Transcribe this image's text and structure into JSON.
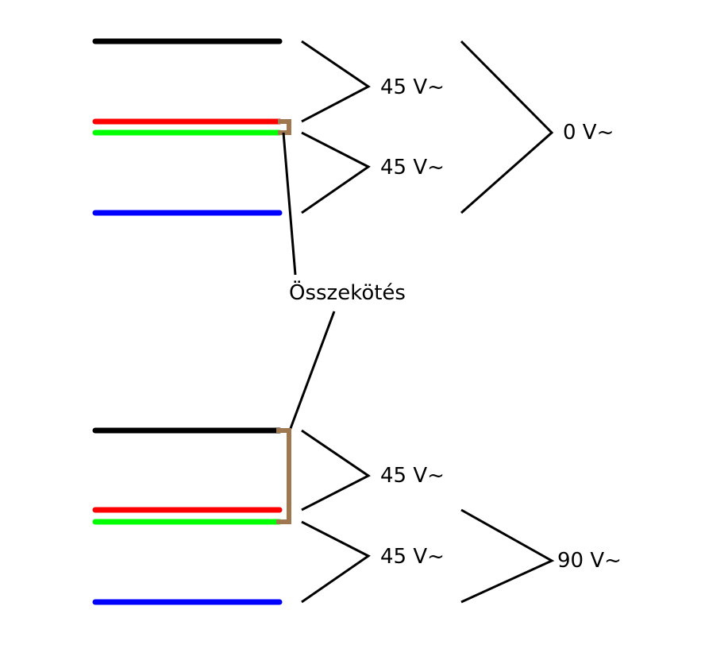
{
  "colors": {
    "wire_black": "#000000",
    "wire_red": "#ff0000",
    "wire_green": "#00ff00",
    "wire_blue": "#0000ff",
    "jumper": "#a07850",
    "brace": "#000000"
  },
  "labels": {
    "top_upper_voltage": "45 V~",
    "top_lower_voltage": "45 V~",
    "top_total_voltage": "0 V~",
    "connection": "Összekötés",
    "bottom_upper_voltage": "45 V~",
    "bottom_lower_voltage": "45 V~",
    "bottom_total_voltage": "90 V~"
  }
}
